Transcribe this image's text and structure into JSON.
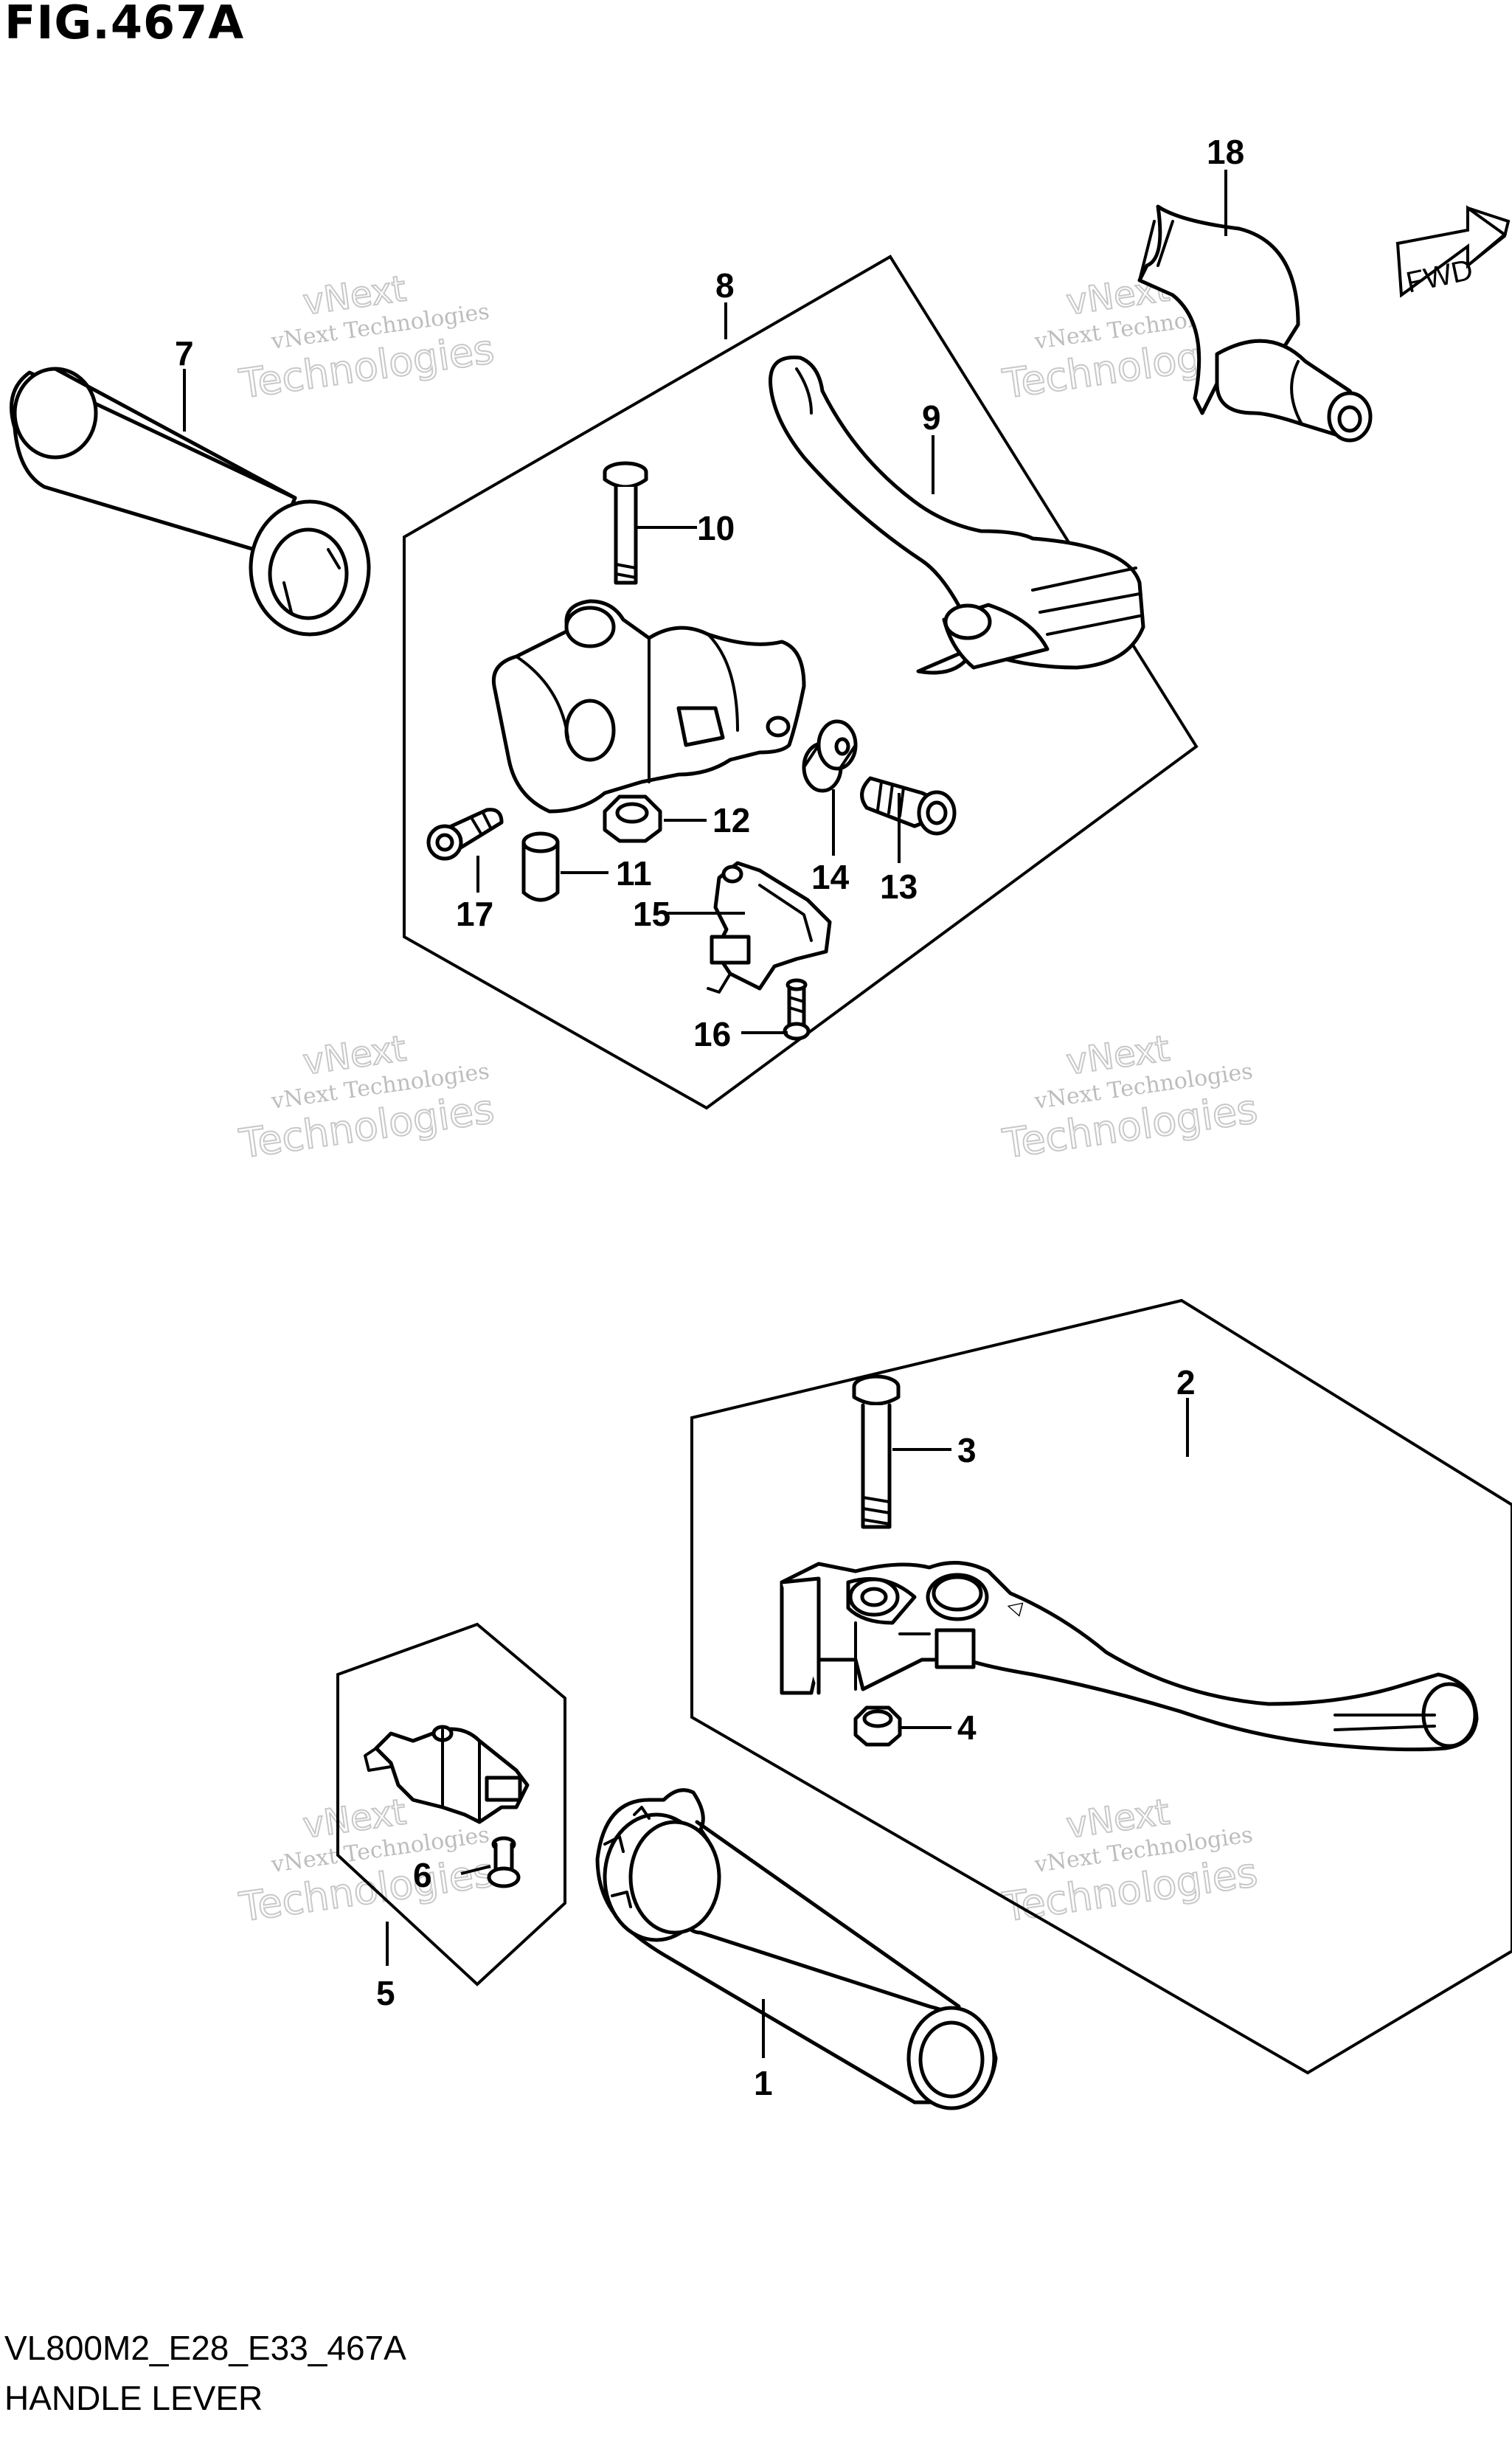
{
  "figure": {
    "title": "FIG.467A",
    "footer_code": "VL800M2_E28_E33_467A",
    "footer_name": "HANDLE LEVER",
    "direction_label": "FWD"
  },
  "watermark": {
    "line1": "vNext Technologies",
    "big_top": "vNext",
    "big_bottom": "Technologies"
  },
  "callouts": [
    {
      "id": "1",
      "label": "1"
    },
    {
      "id": "2",
      "label": "2"
    },
    {
      "id": "3",
      "label": "3"
    },
    {
      "id": "4",
      "label": "4"
    },
    {
      "id": "5",
      "label": "5"
    },
    {
      "id": "6",
      "label": "6"
    },
    {
      "id": "7",
      "label": "7"
    },
    {
      "id": "8",
      "label": "8"
    },
    {
      "id": "9",
      "label": "9"
    },
    {
      "id": "10",
      "label": "10"
    },
    {
      "id": "11",
      "label": "11"
    },
    {
      "id": "12",
      "label": "12"
    },
    {
      "id": "13",
      "label": "13"
    },
    {
      "id": "14",
      "label": "14"
    },
    {
      "id": "15",
      "label": "15"
    },
    {
      "id": "16",
      "label": "16"
    },
    {
      "id": "17",
      "label": "17"
    },
    {
      "id": "18",
      "label": "18"
    }
  ]
}
